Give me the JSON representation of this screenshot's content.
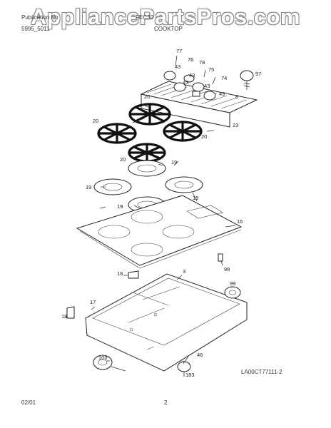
{
  "header": {
    "watermark": "AppliancePartsPros.com",
    "publication_label": "Publication No",
    "publication_number": "5995_5011",
    "model_label": "FEC30",
    "section_title": "COOKTOP"
  },
  "footer": {
    "date": "02/01",
    "page_number": "2",
    "diagram_code": "LA00CT77111-2"
  },
  "callouts": [
    {
      "id": "c77",
      "label": "77"
    },
    {
      "id": "c76",
      "label": "76"
    },
    {
      "id": "c78",
      "label": "78"
    },
    {
      "id": "c75",
      "label": "75"
    },
    {
      "id": "c43a",
      "label": "43"
    },
    {
      "id": "c43b",
      "label": "43"
    },
    {
      "id": "c43c",
      "label": "43"
    },
    {
      "id": "c43d",
      "label": "43"
    },
    {
      "id": "c43e",
      "label": "43"
    },
    {
      "id": "c74",
      "label": "74"
    },
    {
      "id": "c97",
      "label": "97"
    },
    {
      "id": "c8",
      "label": "8"
    },
    {
      "id": "c20a",
      "label": "20"
    },
    {
      "id": "c20b",
      "label": "20"
    },
    {
      "id": "c20c",
      "label": "20"
    },
    {
      "id": "c20d",
      "label": "20"
    },
    {
      "id": "c23",
      "label": "23"
    },
    {
      "id": "c19a",
      "label": "19"
    },
    {
      "id": "c19b",
      "label": "19"
    },
    {
      "id": "c19c",
      "label": "19"
    },
    {
      "id": "c19d",
      "label": "19"
    },
    {
      "id": "c16",
      "label": "16"
    },
    {
      "id": "c98",
      "label": "98"
    },
    {
      "id": "c18a",
      "label": "18"
    },
    {
      "id": "c3",
      "label": "3"
    },
    {
      "id": "c99",
      "label": "99"
    },
    {
      "id": "c17",
      "label": "17"
    },
    {
      "id": "c18b",
      "label": "18"
    },
    {
      "id": "c100",
      "label": "100"
    },
    {
      "id": "c46",
      "label": "46"
    },
    {
      "id": "c183",
      "label": "183"
    }
  ]
}
